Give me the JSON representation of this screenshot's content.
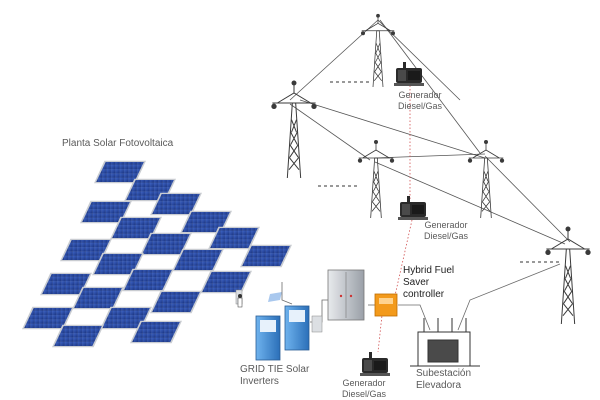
{
  "labels": {
    "solar_plant": "Planta Solar Fotovoltaica",
    "generator_top": [
      "Generador",
      "Diesel/Gas"
    ],
    "generator_middle": [
      "Generador",
      "Diesel/Gas"
    ],
    "generator_bottom": [
      "Generador",
      "Diesel/Gas"
    ],
    "hybrid_controller": [
      "Hybrid Fuel",
      "Saver",
      "controller"
    ],
    "inverters": [
      "GRID TIE Solar",
      "Inverters"
    ],
    "substation": [
      "Subestación",
      "Elevadora"
    ]
  },
  "colors": {
    "panel_blue": "#1f3f9a",
    "panel_frame": "#c9ccd1",
    "tower": "#3a3a3a",
    "controller_orange": "#f39a1b",
    "inverter_blue": "#3f8fd6",
    "link_red": "#d05050"
  }
}
